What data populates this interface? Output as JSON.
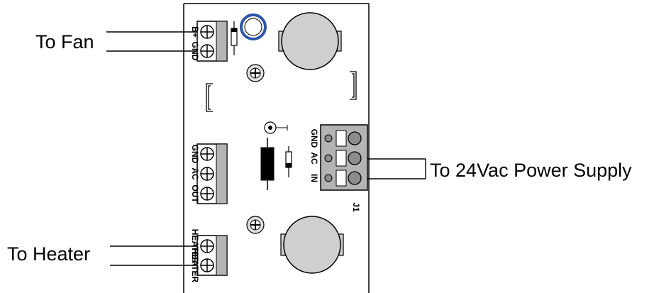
{
  "labels": {
    "fan": "To Fan",
    "heater": "To Heater",
    "power": "To 24Vac Power Supply"
  },
  "board": {
    "fan_terminal": [
      "B+",
      "GND"
    ],
    "output_terminal": [
      "GND",
      "AC",
      "OUT"
    ],
    "heater_terminal": [
      "HEATER",
      "HEATER"
    ],
    "power_terminal": [
      "GND",
      "AC",
      "IN"
    ],
    "connector_ref": "J1"
  },
  "colors": {
    "line": "#000000",
    "terminal_gray": "#b4b4b4",
    "battery_gray": "#cfcfcf",
    "capacitor_ring": "#2d55a8"
  }
}
